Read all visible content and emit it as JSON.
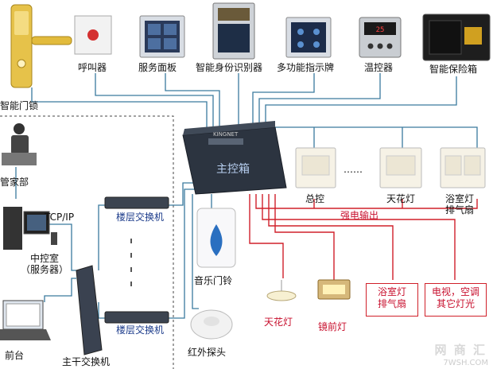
{
  "devices_top": {
    "door_lock": "智能门锁",
    "call_button": "呼叫器",
    "service_panel": "服务面板",
    "id_reader": "智能身份识别器",
    "indicator": "多功能指示牌",
    "thermostat": "温控器",
    "safe": "智能保险箱"
  },
  "controller": {
    "label": "主控箱",
    "brand": "KINGNET"
  },
  "switches": {
    "main": "总控",
    "ceiling": "天花灯",
    "bath_fan_line1": "浴室灯",
    "bath_fan_line2": "排气扇",
    "dots": "……"
  },
  "power_output": "强电输出",
  "left_side": {
    "housekeeping": "管家部",
    "protocol": "TCP/IP",
    "central_line1": "中控室",
    "central_line2": "（服务器）",
    "front_desk": "前台",
    "backbone_switch": "主干交换机",
    "floor_switch_1": "楼层交换机",
    "floor_switch_2": "楼层交换机"
  },
  "peripherals": {
    "doorbell": "音乐门铃",
    "ir_sensor": "红外探头"
  },
  "outputs": {
    "ceiling_lamp": "天花灯",
    "mirror_lamp": "镜前灯",
    "bath_box_line1": "浴室灯",
    "bath_box_line2": "排气扇",
    "tv_box_line1": "电视，空调",
    "tv_box_line2": "其它灯光"
  },
  "watermark": {
    "text": "网 商 汇",
    "url": "7WSH.COM"
  },
  "colors": {
    "wire_blue": "#3a7a9e",
    "wire_red": "#d0202a",
    "dashed": "#444444",
    "controller_body": "#2c3440"
  }
}
